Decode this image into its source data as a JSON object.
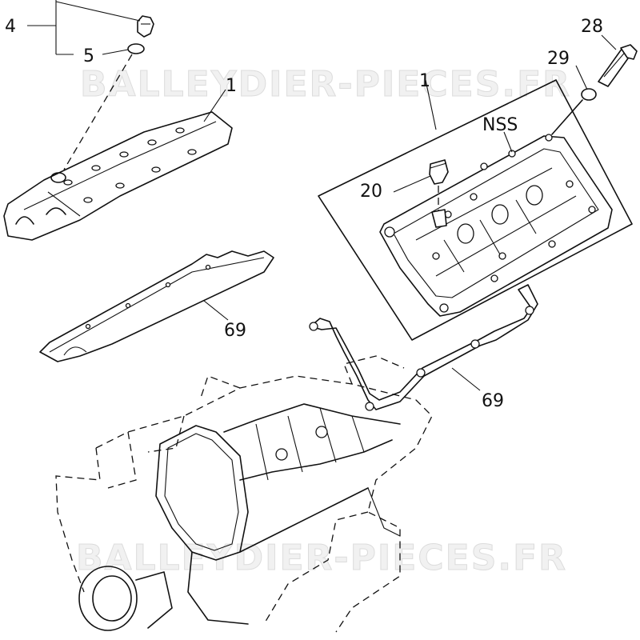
{
  "watermark": "BALLEYDIER-PIECES.FR",
  "callouts": {
    "p4": "4",
    "p5": "5",
    "p1_left": "1",
    "p1_right": "1",
    "p28": "28",
    "p29": "29",
    "nss": "NSS",
    "p20": "20",
    "p69_left": "69",
    "p69_right": "69"
  }
}
